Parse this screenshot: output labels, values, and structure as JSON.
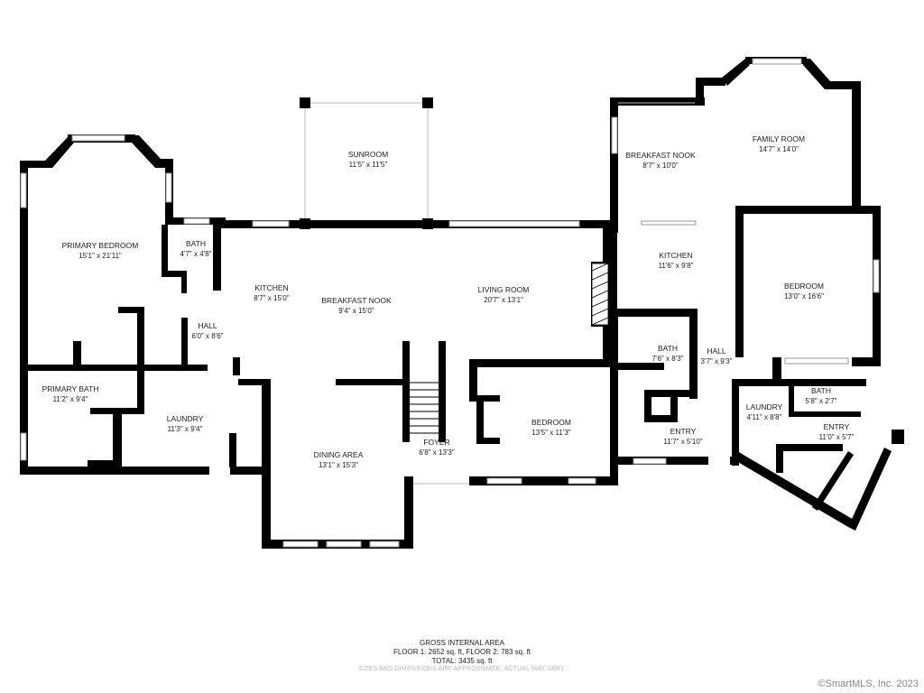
{
  "rooms": [
    {
      "id": "primary-bedroom",
      "name": "PRIMARY BEDROOM",
      "dim": "15'1\" x 21'11\""
    },
    {
      "id": "bath-1",
      "name": "BATH",
      "dim": "4'7\" x 4'8\""
    },
    {
      "id": "hall-1",
      "name": "HALL",
      "dim": "6'0\" x 8'6\""
    },
    {
      "id": "primary-bath",
      "name": "PRIMARY BATH",
      "dim": "11'2\" x 9'4\""
    },
    {
      "id": "laundry-1",
      "name": "LAUNDRY",
      "dim": "11'3\" x 9'4\""
    },
    {
      "id": "sunroom",
      "name": "SUNROOM",
      "dim": "11'5\" x 11'5\""
    },
    {
      "id": "kitchen-1",
      "name": "KITCHEN",
      "dim": "8'7\" x 15'0\""
    },
    {
      "id": "breakfast-nook-1",
      "name": "BREAKFAST NOOK",
      "dim": "9'4\" x 15'0\""
    },
    {
      "id": "living-room",
      "name": "LIVING ROOM",
      "dim": "20'7\" x 13'1\""
    },
    {
      "id": "dining-area",
      "name": "DINING AREA",
      "dim": "13'1\" x 15'3\""
    },
    {
      "id": "foyer",
      "name": "FOYER",
      "dim": "6'8\" x 13'3\""
    },
    {
      "id": "bedroom-1",
      "name": "BEDROOM",
      "dim": "13'5\" x 11'3\""
    },
    {
      "id": "breakfast-nook-2",
      "name": "BREAKFAST NOOK",
      "dim": "8'7\" x 10'0\""
    },
    {
      "id": "family-room",
      "name": "FAMILY ROOM",
      "dim": "14'7\" x 14'0\""
    },
    {
      "id": "kitchen-2",
      "name": "KITCHEN",
      "dim": "11'6\" x 9'8\""
    },
    {
      "id": "bedroom-2",
      "name": "BEDROOM",
      "dim": "13'0\" x 16'6\""
    },
    {
      "id": "bath-2",
      "name": "BATH",
      "dim": "7'6\" x 8'3\""
    },
    {
      "id": "hall-2",
      "name": "HALL",
      "dim": "3'7\" x 9'3\""
    },
    {
      "id": "bath-3",
      "name": "BATH",
      "dim": "5'8\" x 2'7\""
    },
    {
      "id": "laundry-2",
      "name": "LAUNDRY",
      "dim": "4'11\" x 8'8\""
    },
    {
      "id": "entry-1",
      "name": "ENTRY",
      "dim": "11'7\" x 5'10\""
    },
    {
      "id": "entry-2",
      "name": "ENTRY",
      "dim": "11'0\" x 5'7\""
    }
  ],
  "footer": {
    "heading": "GROSS INTERNAL AREA",
    "floors": "FLOOR 1: 2652 sq. ft, FLOOR 2: 783 sq. ft",
    "total": "TOTAL: 3435 sq. ft",
    "note": "SIZES AND DIMENSIONS ARE APPROXIMATE, ACTUAL MAY VARY."
  },
  "copyright": "©SmartMLS, Inc.  2023"
}
